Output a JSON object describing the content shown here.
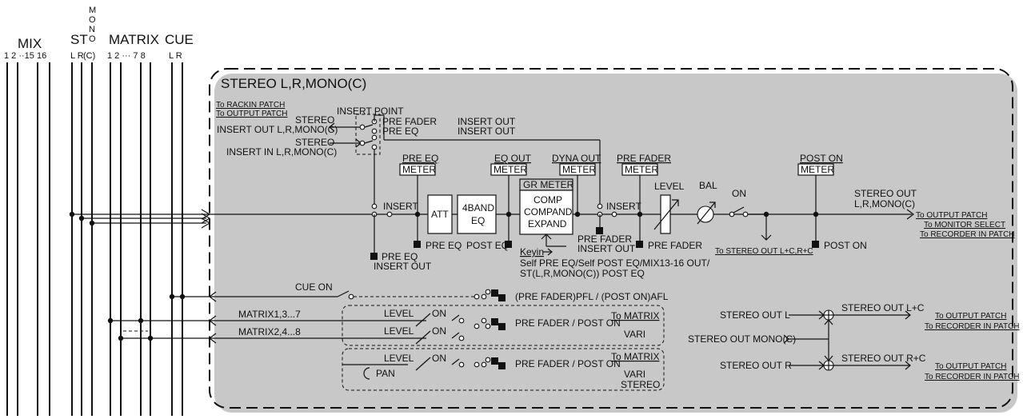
{
  "buses": {
    "mix": {
      "title": "MIX",
      "channels": "1  2 ··15  16"
    },
    "st": {
      "title": "ST",
      "channels": "L  R"
    },
    "mono": {
      "title_letters": [
        "M",
        "O",
        "N",
        "O"
      ],
      "channels": "(C)"
    },
    "matrix": {
      "title": "MATRIX",
      "channels": "1  2  ···  7  8"
    },
    "cue": {
      "title": "CUE",
      "channels": "L  R"
    }
  },
  "panel": {
    "title": "STEREO L,R,MONO(C)"
  },
  "insert_section": {
    "to_rackin": "To RACKIN PATCH",
    "to_output": "To OUTPUT PATCH",
    "insert_point": "INSERT POINT",
    "stereo_out_label": "STEREO",
    "stereo_out_sub": "INSERT OUT L,R,MONO(C)",
    "stereo_in_label": "STEREO",
    "stereo_in_sub": "INSERT IN L,R,MONO(C)",
    "pre_fader": "PRE FADER",
    "pre_eq": "PRE EQ",
    "insert_out_1": "INSERT OUT",
    "insert_out_2": "INSERT OUT"
  },
  "meters": {
    "pre_eq": [
      "PRE EQ",
      "METER"
    ],
    "eq_out": [
      "EQ OUT",
      "METER"
    ],
    "dyna_out": [
      "DYNA OUT",
      "METER"
    ],
    "pre_fader": [
      "PRE FADER",
      "METER"
    ],
    "post_on": [
      "POST ON",
      "METER"
    ],
    "gr": "GR METER"
  },
  "chain": {
    "insert_1": "INSERT",
    "att": "ATT",
    "eq": [
      "4BAND",
      "EQ"
    ],
    "comp": [
      "COMP",
      "COMPAND",
      "EXPAND"
    ],
    "insert_2": "INSERT",
    "level": "LEVEL",
    "bal": "BAL",
    "on": "ON",
    "stereo_out": [
      "STEREO OUT",
      "L,R,MONO(C)"
    ],
    "to_output_patch": "To OUTPUT PATCH",
    "to_monitor_select": "To MONITOR SELECT",
    "to_recorder": "To RECORDER IN PATCH",
    "pre_eq_ins_out": [
      "PRE EQ",
      "INSERT OUT"
    ],
    "pre_eq_tap": "PRE EQ",
    "post_eq_tap": "POST EQ",
    "keyin": "Keyin",
    "keyin_src": [
      "Self PRE EQ/Self POST EQ/MIX13-16 OUT/",
      "ST(L,R,MONO(C)) POST EQ"
    ],
    "pre_fader_ins_out": [
      "PRE FADER",
      "INSERT OUT"
    ],
    "pre_fader_tap": "PRE FADER",
    "to_stereo_out_lcr": "To STEREO OUT L+C,R+C",
    "post_on_tap": "POST ON"
  },
  "cue": {
    "on": "CUE ON",
    "afl": "(PRE FADER)PFL / (POST ON)AFL"
  },
  "matrix": {
    "row1": "MATRIX1,3...7",
    "row2": "MATRIX2,4...8",
    "level1": "LEVEL",
    "on1": "ON",
    "level2": "LEVEL",
    "on2": "ON",
    "pf_post": "PRE FADER / POST ON",
    "to_matrix": "To MATRIX",
    "vari": "VARI",
    "level3": "LEVEL",
    "on3": "ON",
    "pan": "PAN",
    "pf_post_2": "PRE FADER / POST ON",
    "to_matrix_2": "To MATRIX",
    "vari_2": "VARI",
    "stereo": "STEREO"
  },
  "sum": {
    "st_out_l": "STEREO OUT L",
    "st_out_mono": "STEREO OUT MONO(C)",
    "st_out_r": "STEREO OUT R",
    "st_out_lc": "STEREO OUT L+C",
    "st_out_rc": "STEREO OUT R+C",
    "to_output_1": "To OUTPUT PATCH",
    "to_recorder_1": "To RECORDER IN PATCH",
    "to_output_2": "To OUTPUT PATCH",
    "to_recorder_2": "To RECORDER IN PATCH"
  }
}
